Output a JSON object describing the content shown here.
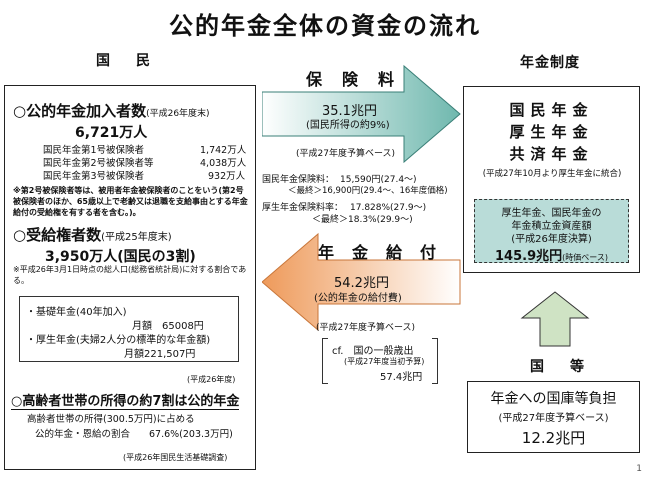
{
  "title": "公的年金全体の資金の流れ",
  "labels": {
    "kokumin": "国　民",
    "nenkin_seido": "年金制度",
    "kuni": "国　等"
  },
  "left": {
    "enrollees_head": "○公的年金加入者数",
    "enrollees_head_note": "(平成26年度末)",
    "enrollees_total": "6,721万人",
    "enrollee_rows": [
      {
        "label": "国民年金第1号被保険者",
        "value": "1,742万人"
      },
      {
        "label": "国民年金第2号被保険者等",
        "value": "4,038万人"
      },
      {
        "label": "国民年金第3号被保険者",
        "value": "932万人"
      }
    ],
    "note1": "※第2号被保険者等は、被用者年金被保険者のことをいう(第2号被保険者のほか、65歳以上で老齢又は退職を支給事由とする年金給付の受給権を有する者を含む。)。",
    "recipients_head": "○受給権者数",
    "recipients_head_note": "(平成25年度末)",
    "recipients_total": "3,950万人(国民の3割)",
    "note2": "※平成26年3月1日時点の総人口(総務省統計局)に対する割合である。",
    "basic_label": "・基礎年金(40年加入)",
    "basic_value": "月額　65008円",
    "welfare_label": "・厚生年金(夫婦2人分の標準的な年金額)",
    "welfare_value": "月額221,507円",
    "inner_note": "(平成26年度)",
    "ratio_head": "○高齢者世帯の所得の約7割は公的年金",
    "ratio_line1": "高齢者世帯の所得(300.5万円)に占める",
    "ratio_line2": "公的年金・恩給の割合　　67.6%(203.3万円)",
    "source": "(平成26年国民生活基礎調査)"
  },
  "premium_arrow": {
    "label": "保　険　料",
    "amount": "35.1兆円",
    "sub": "(国民所得の約9%)",
    "basis": "(平成27年度予算ベース)"
  },
  "rates": {
    "np_label": "国民年金保険料：",
    "np_line1": "15,590円(27.4～)",
    "np_line2": "＜最終＞16,900円(29.4～、16年度価格)",
    "ep_label": "厚生年金保険料率：",
    "ep_line1": "17.828%(27.9～)",
    "ep_line2": "＜最終＞18.3%(29.9～)"
  },
  "benefit_arrow": {
    "label": "年　金　給　付",
    "amount": "54.2兆円",
    "sub": "(公的年金の給付費)",
    "basis": "(平成27年度予算ベース)"
  },
  "cf": {
    "line1": "cf.　国の一般歳出",
    "line2": "(平成27年度当初予算)",
    "line3": "57.4兆円"
  },
  "system": {
    "lines": [
      "国民年金",
      "厚生年金",
      "共済年金"
    ],
    "note": "(平成27年10月より厚生年金に統合)",
    "reserve_line1": "厚生年金、国民年金の",
    "reserve_line2": "年金積立金資産額",
    "reserve_line3": "(平成26年度決算)",
    "reserve_amount": "145.9兆円",
    "reserve_amount_note": "(時価ベース)"
  },
  "subsidy": {
    "line1": "年金への国庫等負担",
    "line2": "(平成27年度予算ベース)",
    "amount": "12.2兆円"
  },
  "page_number": "1",
  "colors": {
    "arrow_teal": "#9ed0c9",
    "arrow_orange": "#f2b27c",
    "reserve_box": "#b9dcd8",
    "up_arrow": "#cfe3c4"
  }
}
